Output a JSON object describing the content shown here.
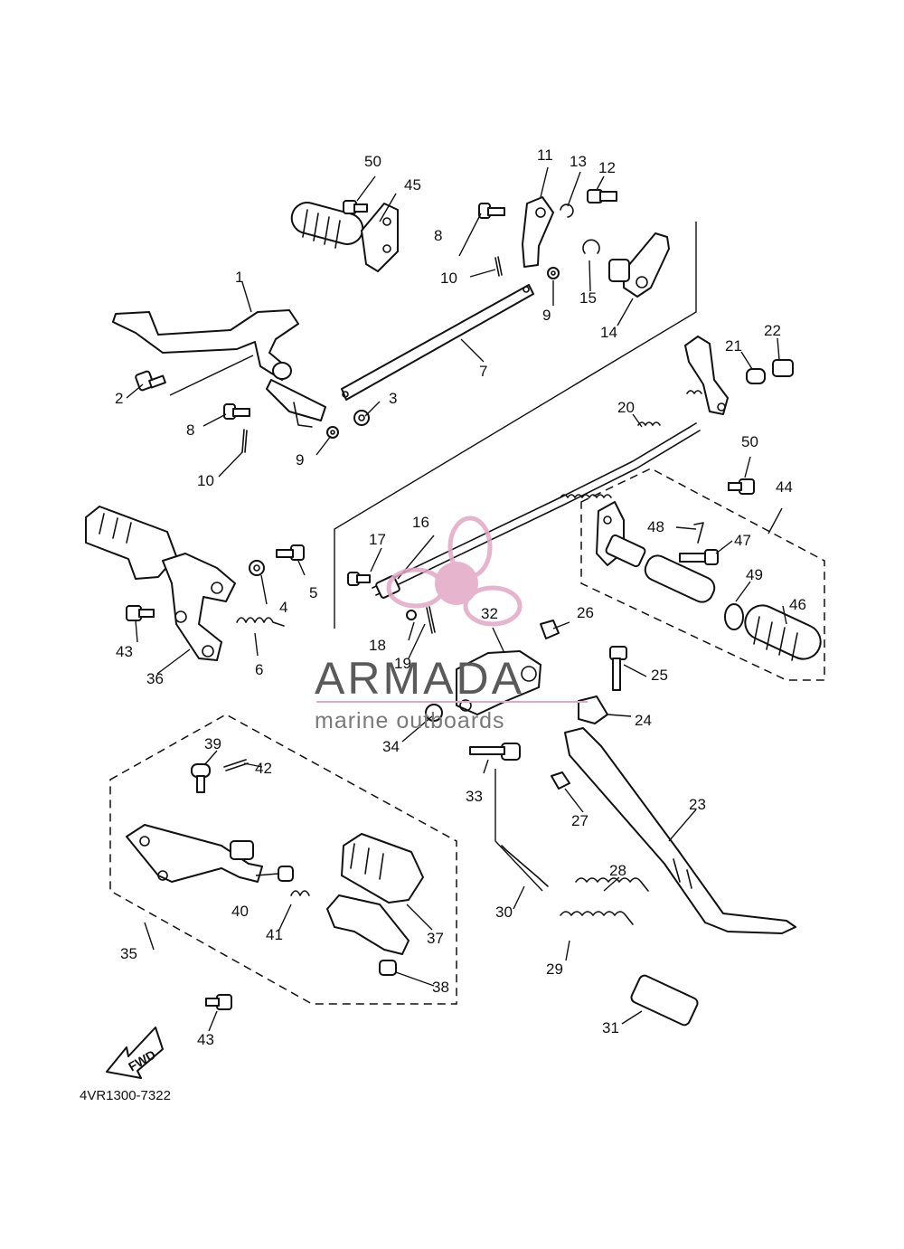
{
  "diagram_code": "4VR1300-7322",
  "fwd_label": "FWD",
  "watermark": {
    "title": "ARMADA",
    "subtitle": "marine outboards",
    "title_color": "#5a5a5a",
    "subtitle_color": "#7a7a7a",
    "accent_color": "#e3a7c6",
    "icon": "propeller-logo-icon"
  },
  "callouts": [
    "1",
    "2",
    "3",
    "4",
    "5",
    "6",
    "7",
    "8",
    "8",
    "9",
    "9",
    "10",
    "10",
    "11",
    "12",
    "13",
    "14",
    "15",
    "16",
    "17",
    "18",
    "19",
    "20",
    "21",
    "22",
    "23",
    "24",
    "25",
    "26",
    "27",
    "28",
    "29",
    "30",
    "31",
    "32",
    "33",
    "34",
    "35",
    "36",
    "37",
    "38",
    "39",
    "40",
    "41",
    "42",
    "43",
    "43",
    "44",
    "45",
    "46",
    "47",
    "48",
    "49",
    "50",
    "50"
  ]
}
